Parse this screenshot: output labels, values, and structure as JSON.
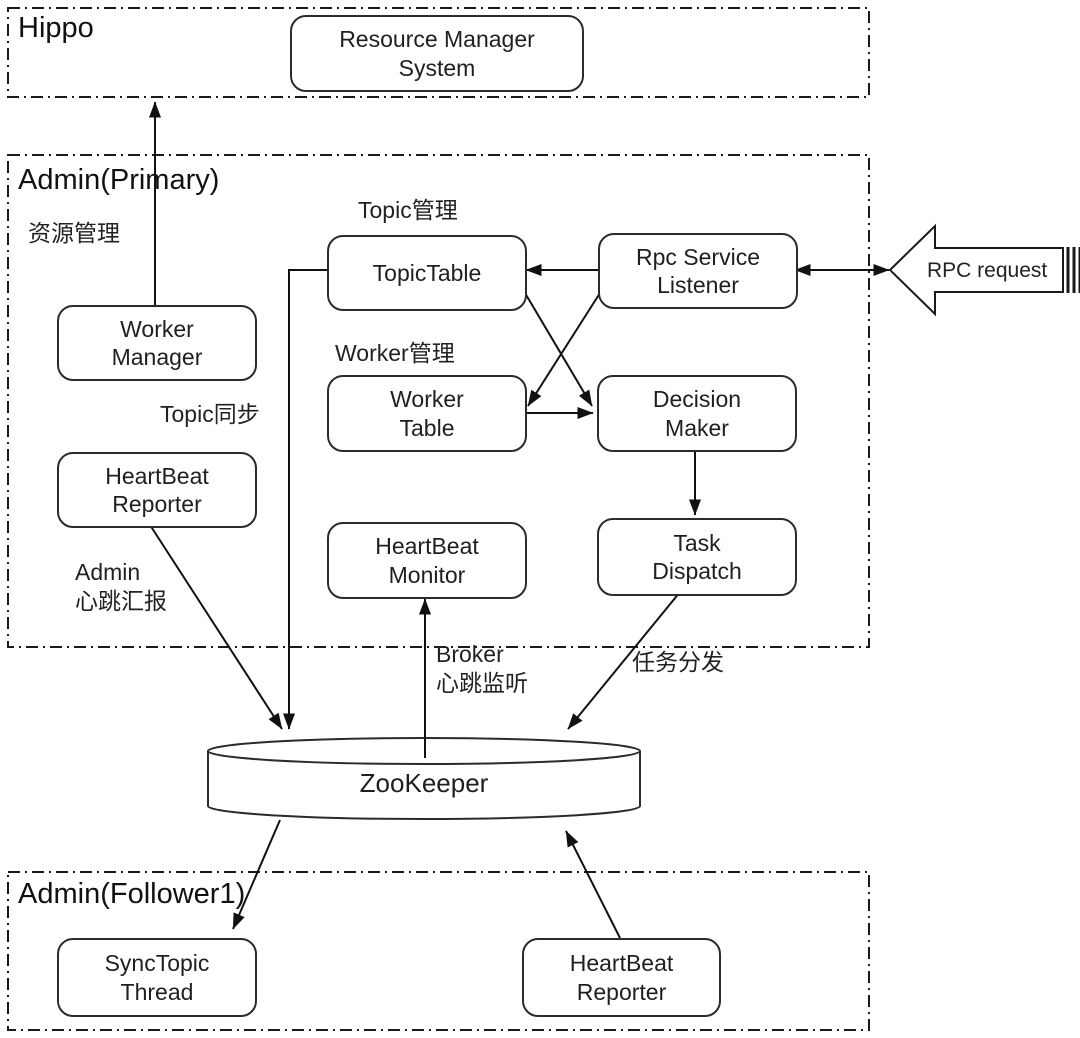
{
  "containers": {
    "hippo": {
      "label": "Hippo"
    },
    "admin_primary": {
      "label": "Admin(Primary)"
    },
    "admin_follower": {
      "label": "Admin(Follower1)"
    }
  },
  "nodes": {
    "resource_manager": {
      "label": "Resource Manager\nSystem"
    },
    "worker_manager": {
      "label": "Worker\nManager"
    },
    "topic_table": {
      "label": "TopicTable"
    },
    "rpc_service_listener": {
      "label": "Rpc Service\nListener"
    },
    "worker_table": {
      "label": "Worker\nTable"
    },
    "decision_maker": {
      "label": "Decision\nMaker"
    },
    "heartbeat_reporter_primary": {
      "label": "HeartBeat\nReporter"
    },
    "heartbeat_monitor": {
      "label": "HeartBeat\nMonitor"
    },
    "task_dispatch": {
      "label": "Task\nDispatch"
    },
    "zookeeper": {
      "label": "ZooKeeper"
    },
    "sync_topic_thread": {
      "label": "SyncTopic\nThread"
    },
    "heartbeat_reporter_follower": {
      "label": "HeartBeat\nReporter"
    }
  },
  "edge_labels": {
    "resource_mgmt": "资源管理",
    "topic_mgmt": "Topic管理",
    "worker_mgmt": "Worker管理",
    "topic_sync": "Topic同步",
    "admin_heartbeat": "Admin\n心跳汇报",
    "broker_heartbeat": "Broker\n心跳监听",
    "task_dispatch": "任务分发",
    "rpc_request": "RPC request"
  },
  "colors": {
    "background": "#ffffff",
    "line": "#111111",
    "box_border": "#2b2b2b",
    "text": "#1a1a1a"
  }
}
